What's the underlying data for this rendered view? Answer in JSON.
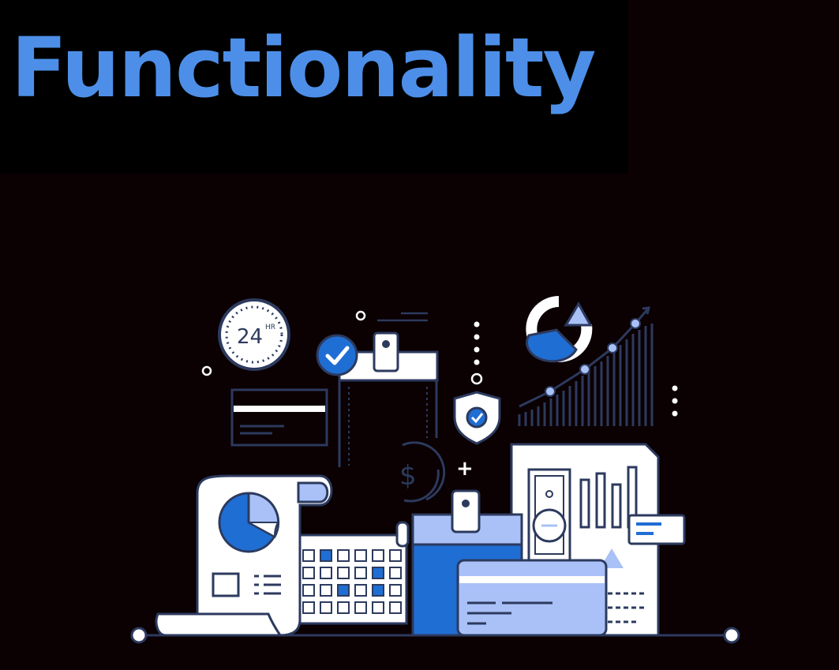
{
  "title": "Functionality",
  "colors": {
    "background": "#0b0002",
    "title_panel": "#000000",
    "title": "#4d8fe8",
    "accent_blue": "#1f6ed4",
    "light_blue": "#a9c1f7",
    "line": "#2c3a5e",
    "white": "#ffffff"
  },
  "illustration": {
    "clock_label": "24",
    "clock_suffix": "HR",
    "currency_symbol": "$",
    "plus_symbol": "+",
    "icons": [
      "clock-24hr-icon",
      "checkmark-badge-icon",
      "shield-check-icon",
      "pie-refresh-icon",
      "growth-chart-icon",
      "dollar-coin-icon",
      "calendar-icon",
      "credit-card-icon",
      "receipt-pie-icon",
      "bar-report-icon"
    ]
  }
}
